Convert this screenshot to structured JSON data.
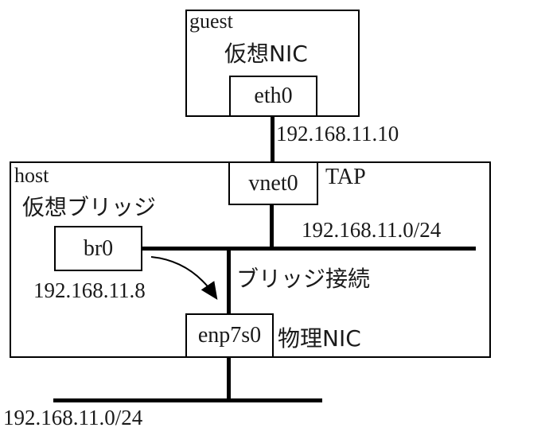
{
  "guest": {
    "label": "guest",
    "virtual_nic_label": "仮想NIC",
    "interface_label": "eth0"
  },
  "host": {
    "label": "host",
    "tap_interface_label": "vnet0",
    "tap_label": "TAP",
    "virtual_bridge_label": "仮想ブリッジ",
    "bridge_interface_label": "br0",
    "bridge_ip": "192.168.11.8",
    "subnet_label": "192.168.11.0/24",
    "bridge_connection_label": "ブリッジ接続",
    "physical_interface_label": "enp7s0",
    "physical_nic_label": "物理NIC"
  },
  "links": {
    "guest_ip": "192.168.11.10",
    "external_subnet_label": "192.168.11.0/24"
  },
  "colors": {
    "line": "#000000",
    "text": "#1a1a1a",
    "background": "#ffffff"
  }
}
